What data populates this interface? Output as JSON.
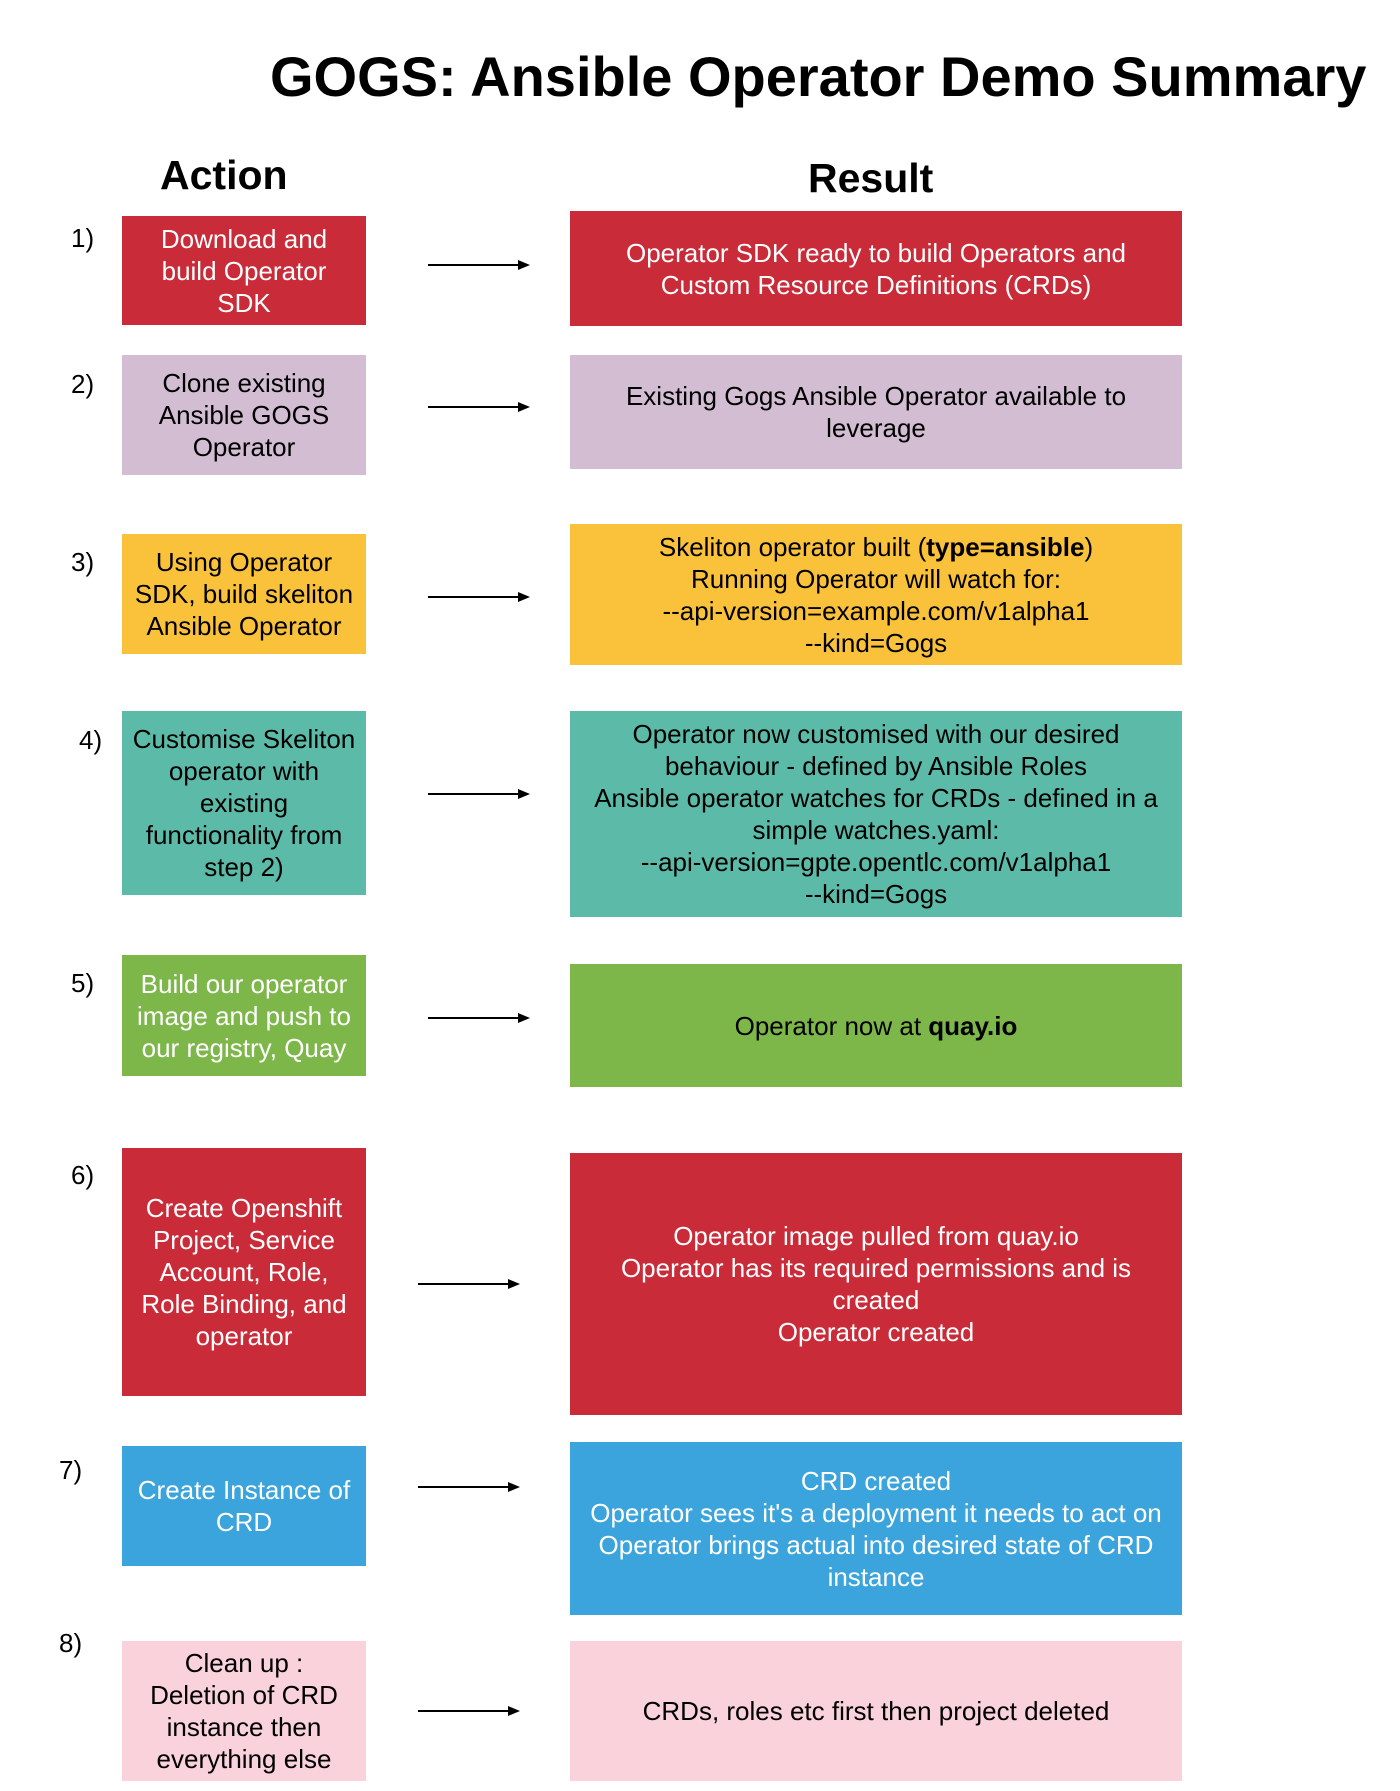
{
  "title": "GOGS: Ansible Operator Demo Summary",
  "headers": {
    "action": "Action",
    "result": "Result"
  },
  "colors": {
    "red": "#CA2B38",
    "lilac": "#D3BDD3",
    "amber": "#FAC23B",
    "teal": "#5BBBA8",
    "green": "#7DB649",
    "blue": "#3BA4DC",
    "pink": "#F9D2DC"
  },
  "steps": [
    {
      "num": "1)",
      "action": [
        "Download  and",
        "build Operator",
        "SDK"
      ],
      "result": [
        "Operator SDK ready to build Operators and",
        "Custom Resource Definitions (CRDs)"
      ]
    },
    {
      "num": "2)",
      "action": [
        "Clone existing",
        "Ansible GOGS",
        "Operator"
      ],
      "result": [
        "Existing Gogs Ansible Operator available to",
        "leverage"
      ]
    },
    {
      "num": "3)",
      "action": [
        "Using Operator",
        "SDK, build skeliton",
        "Ansible Operator"
      ],
      "result_line1_prefix": "Skeliton operator built (",
      "result_line1_bold": "type=ansible",
      "result_line1_suffix": ")",
      "result": [
        "Running Operator will watch for:",
        "--api-version=example.com/v1alpha1",
        "--kind=Gogs"
      ]
    },
    {
      "num": "4)",
      "action": [
        "Customise Skeliton",
        "operator  with",
        "existing",
        "functionality from",
        "step 2)"
      ],
      "result": [
        "Operator now customised with our desired",
        "behaviour - defined by Ansible Roles",
        "Ansible operator watches for CRDs - defined in a",
        "simple watches.yaml:",
        "--api-version=gpte.opentlc.com/v1alpha1",
        "--kind=Gogs"
      ]
    },
    {
      "num": "5)",
      "action": [
        "Build our operator",
        "image and push to",
        "our registry, Quay"
      ],
      "result_prefix": "Operator now at ",
      "result_bold": "quay.io"
    },
    {
      "num": "6)",
      "action": [
        "Create Openshift",
        "Project, Service",
        "Account, Role,",
        "Role Binding, and",
        "operator"
      ],
      "result": [
        "Operator image pulled from quay.io",
        "Operator has its required permissions and is",
        "created",
        "Operator created"
      ]
    },
    {
      "num": "7)",
      "action": [
        "Create Instance of",
        "CRD"
      ],
      "result": [
        "CRD created",
        "Operator sees it's a deployment it needs to act on",
        "Operator brings actual into desired state of CRD",
        "instance"
      ]
    },
    {
      "num": "8)",
      "action": [
        "Clean up :",
        "Deletion of CRD",
        "instance then",
        "everything else"
      ],
      "result": [
        "CRDs, roles etc first then project deleted"
      ]
    }
  ]
}
